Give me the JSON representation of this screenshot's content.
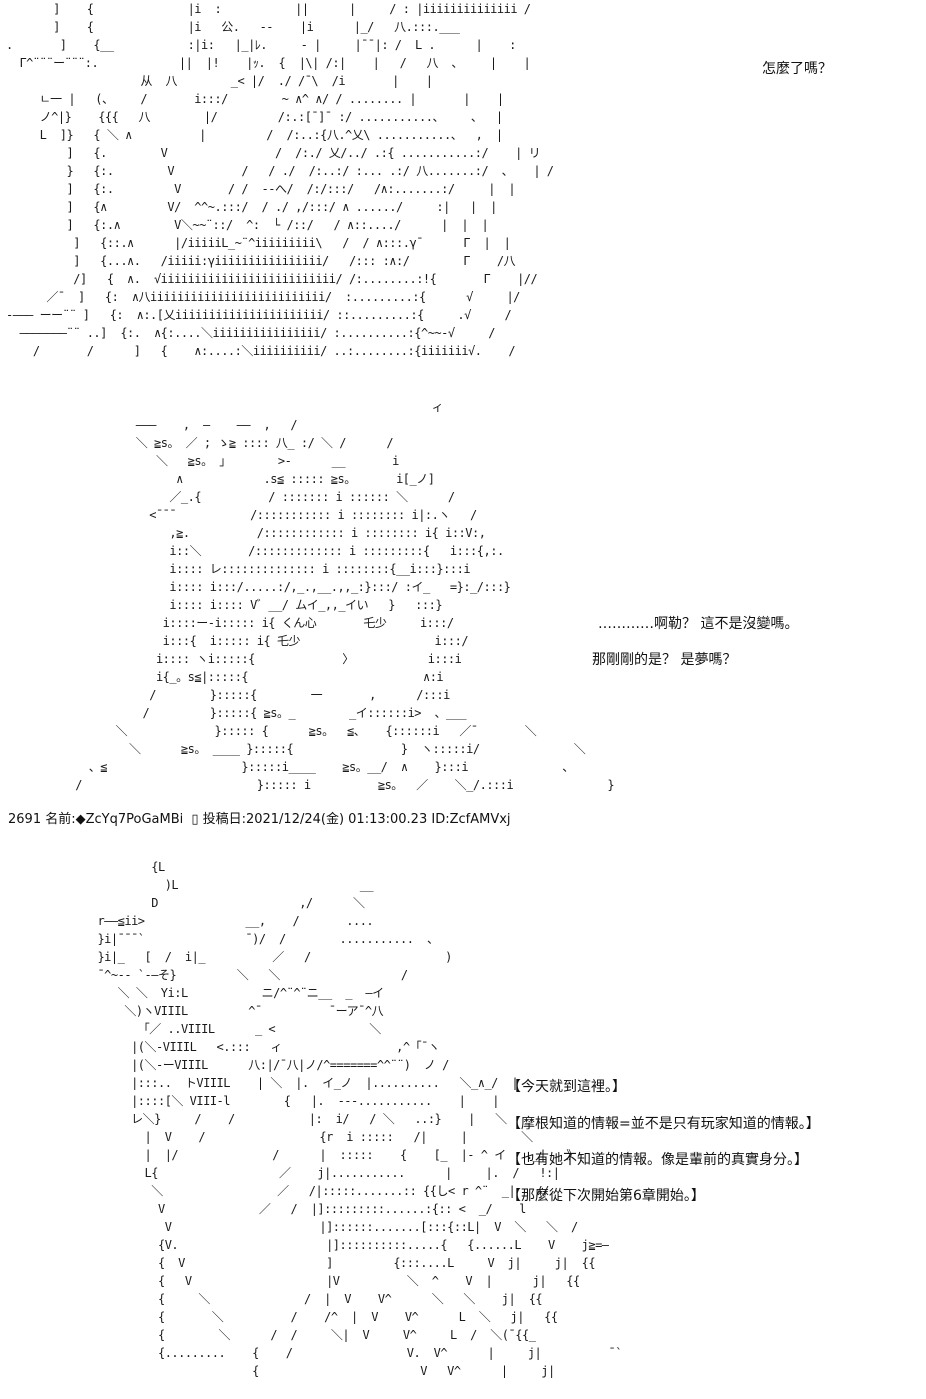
{
  "panel1": {
    "line1": "怎麼了嗎？"
  },
  "panel2": {
    "line1": "…………啊勒？ 這不是沒變嗎。",
    "line2": "那剛剛的是？ 是夢嗎？"
  },
  "post": {
    "number": "2691",
    "name_label": "名前:",
    "name": "◆ZcYq7PoGaMBi",
    "date_label": "投稿日:",
    "date": "2021/12/24(金) 01:13:00.23",
    "id": "ID:ZcfAMVxj"
  },
  "panel3": {
    "line1": "【今天就到這裡。】",
    "line2": "【摩根知道的情報=並不是只有玩家知道的情報。】",
    "line3": "【也有她不知道的情報。像是輩前的真實身分。】",
    "line4": "【那麼從下次開始第6章開始。】"
  }
}
